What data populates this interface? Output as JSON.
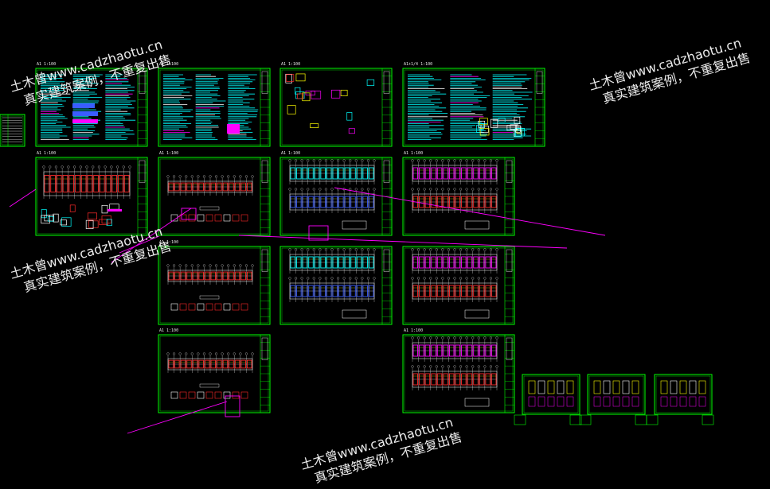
{
  "colors": {
    "background": "#000000",
    "frame": "#00ff00",
    "red": "#ff2a2a",
    "magenta": "#ff00ff",
    "cyan": "#00ffff",
    "blue": "#3a5cff",
    "white": "#ffffff",
    "yellow": "#ffff00"
  },
  "watermark": {
    "line1": "土木曾www.cadzhaotu.cn",
    "line2": "真实建筑案例，不重复出售"
  },
  "sheet_labels": {
    "s1": "A1 1:100",
    "s2": "A1 1:100",
    "s3": "A1 1:100",
    "s4": "A1+1/4 1:100",
    "s5": "A1 1:100",
    "s6": "A1 1:100",
    "s7": "A1 1:100",
    "s8": "A1 1:100",
    "s9": "A1 1:100",
    "s10": "A1 1:100",
    "s11": "A1 1:100"
  },
  "sheets": [
    {
      "id": "s1",
      "kind": "notes"
    },
    {
      "id": "s2",
      "kind": "notes"
    },
    {
      "id": "s3",
      "kind": "details"
    },
    {
      "id": "s4",
      "kind": "notes"
    },
    {
      "id": "s5",
      "kind": "foundation"
    },
    {
      "id": "s6",
      "kind": "plan-red"
    },
    {
      "id": "s7",
      "kind": "plan-blue"
    },
    {
      "id": "s8",
      "kind": "plan-magenta"
    },
    {
      "id": "s9",
      "kind": "plan-red"
    },
    {
      "id": "s10",
      "kind": "plan-blue"
    },
    {
      "id": "s11",
      "kind": "plan-magenta"
    },
    {
      "id": "s12",
      "kind": "plan-red"
    },
    {
      "id": "s13",
      "kind": "plan-magenta"
    },
    {
      "id": "s14",
      "kind": "small"
    },
    {
      "id": "s15",
      "kind": "small"
    },
    {
      "id": "s16",
      "kind": "small"
    },
    {
      "id": "s0",
      "kind": "index"
    }
  ]
}
